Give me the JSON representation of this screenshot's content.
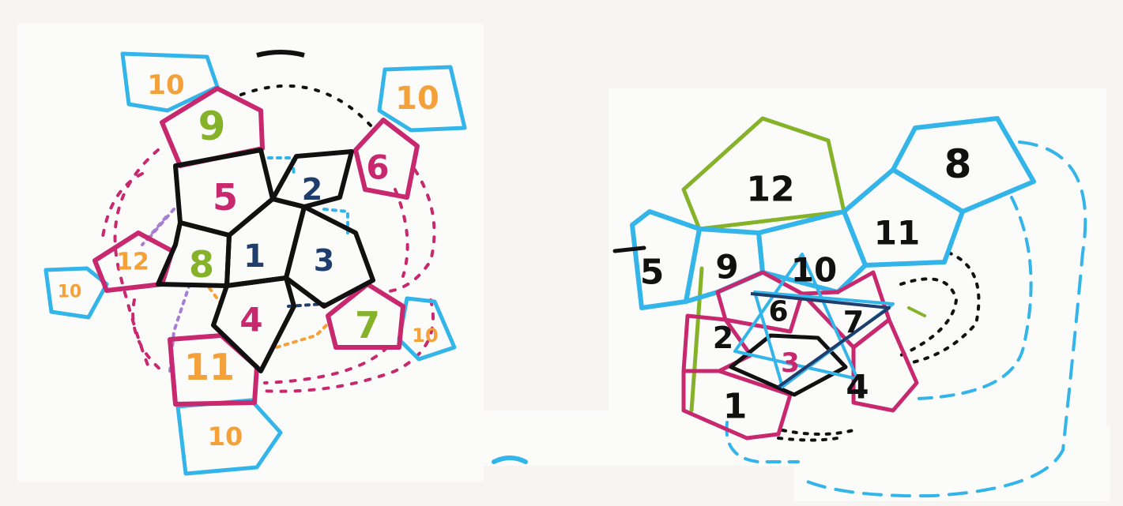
{
  "colors": {
    "black": "#111111",
    "magenta": "#c8286e",
    "cyan": "#33b5ea",
    "orange": "#f5a13a",
    "green": "#86b22a",
    "navy": "#1f3e6e",
    "purple": "#a67fd4"
  },
  "left_net": {
    "labels": [
      "1",
      "2",
      "3",
      "4",
      "5",
      "6",
      "7",
      "8",
      "9",
      "10",
      "10",
      "10",
      "10",
      "11",
      "12",
      "10"
    ]
  },
  "right_net": {
    "labels": [
      "12",
      "8",
      "11",
      "5",
      "9",
      "10",
      "6",
      "7",
      "2",
      "3",
      "4",
      "1"
    ]
  }
}
